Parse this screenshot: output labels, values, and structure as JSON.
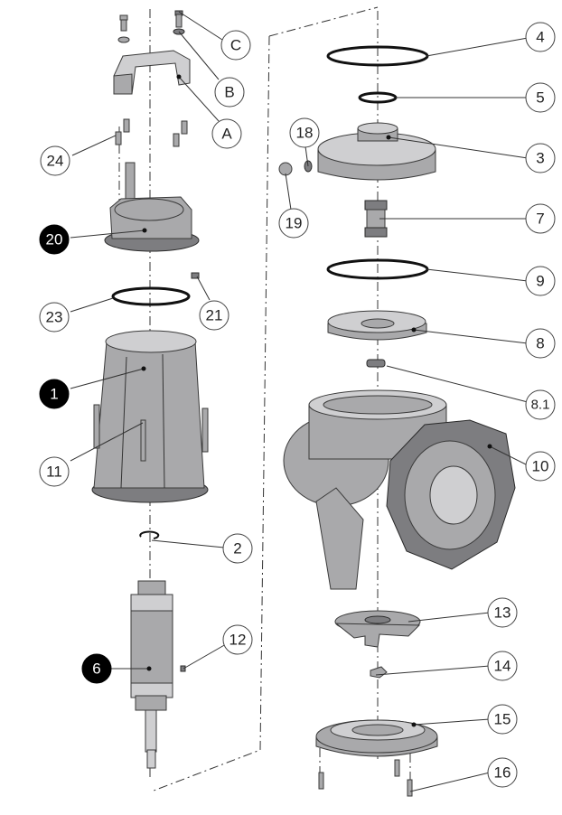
{
  "figure": {
    "type": "exploded-parts-diagram",
    "subject": "pump assembly"
  },
  "callouts": [
    {
      "id": "C",
      "label": "C",
      "style": "outline",
      "part": "bolt"
    },
    {
      "id": "B",
      "label": "B",
      "style": "outline",
      "part": "washer"
    },
    {
      "id": "A",
      "label": "A",
      "style": "outline",
      "part": "handle bracket"
    },
    {
      "id": "24",
      "label": "24",
      "style": "outline",
      "part": "screw"
    },
    {
      "id": "20",
      "label": "20",
      "style": "filled",
      "part": "motor cover"
    },
    {
      "id": "23",
      "label": "23",
      "style": "outline",
      "part": "o-ring"
    },
    {
      "id": "21",
      "label": "21",
      "style": "outline",
      "part": "pin"
    },
    {
      "id": "1",
      "label": "1",
      "style": "filled",
      "part": "motor housing"
    },
    {
      "id": "11",
      "label": "11",
      "style": "outline",
      "part": "screw"
    },
    {
      "id": "2",
      "label": "2",
      "style": "outline",
      "part": "retaining ring"
    },
    {
      "id": "12",
      "label": "12",
      "style": "outline",
      "part": "key"
    },
    {
      "id": "6",
      "label": "6",
      "style": "filled",
      "part": "rotor shaft"
    },
    {
      "id": "4",
      "label": "4",
      "style": "outline",
      "part": "o-ring"
    },
    {
      "id": "5",
      "label": "5",
      "style": "outline",
      "part": "o-ring"
    },
    {
      "id": "18",
      "label": "18",
      "style": "outline",
      "part": "seal washer"
    },
    {
      "id": "3",
      "label": "3",
      "style": "outline",
      "part": "seal housing"
    },
    {
      "id": "19",
      "label": "19",
      "style": "outline",
      "part": "plug"
    },
    {
      "id": "7",
      "label": "7",
      "style": "outline",
      "part": "mechanical seal"
    },
    {
      "id": "9",
      "label": "9",
      "style": "outline",
      "part": "o-ring"
    },
    {
      "id": "8",
      "label": "8",
      "style": "outline",
      "part": "wear plate"
    },
    {
      "id": "8.1",
      "label": "8.1",
      "style": "outline",
      "part": "bushing"
    },
    {
      "id": "10",
      "label": "10",
      "style": "outline",
      "part": "volute casing"
    },
    {
      "id": "13",
      "label": "13",
      "style": "outline",
      "part": "impeller"
    },
    {
      "id": "14",
      "label": "14",
      "style": "outline",
      "part": "impeller nut"
    },
    {
      "id": "15",
      "label": "15",
      "style": "outline",
      "part": "suction cover"
    },
    {
      "id": "16",
      "label": "16",
      "style": "outline",
      "part": "screw"
    }
  ]
}
